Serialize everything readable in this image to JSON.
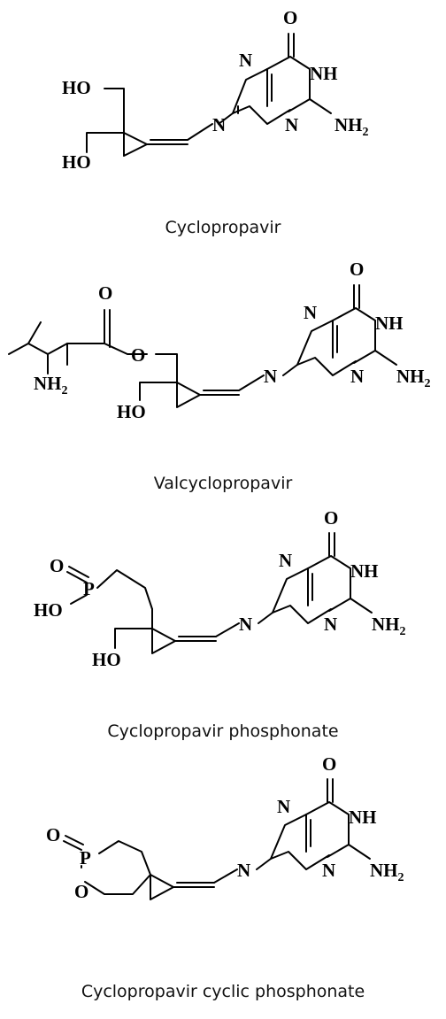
{
  "compounds": [
    {
      "name": "Cyclopropavir"
    },
    {
      "name": "Valcyclopropavir"
    },
    {
      "name": "Cyclopropavir phosphonate"
    },
    {
      "name": "Cyclopropavir cyclic phosphonate"
    }
  ],
  "atom_labels": {
    "O": "O",
    "N": "N",
    "NH": "NH",
    "NH2_main": "NH",
    "NH2_sub": "2",
    "HO": "HO",
    "P": "P"
  }
}
